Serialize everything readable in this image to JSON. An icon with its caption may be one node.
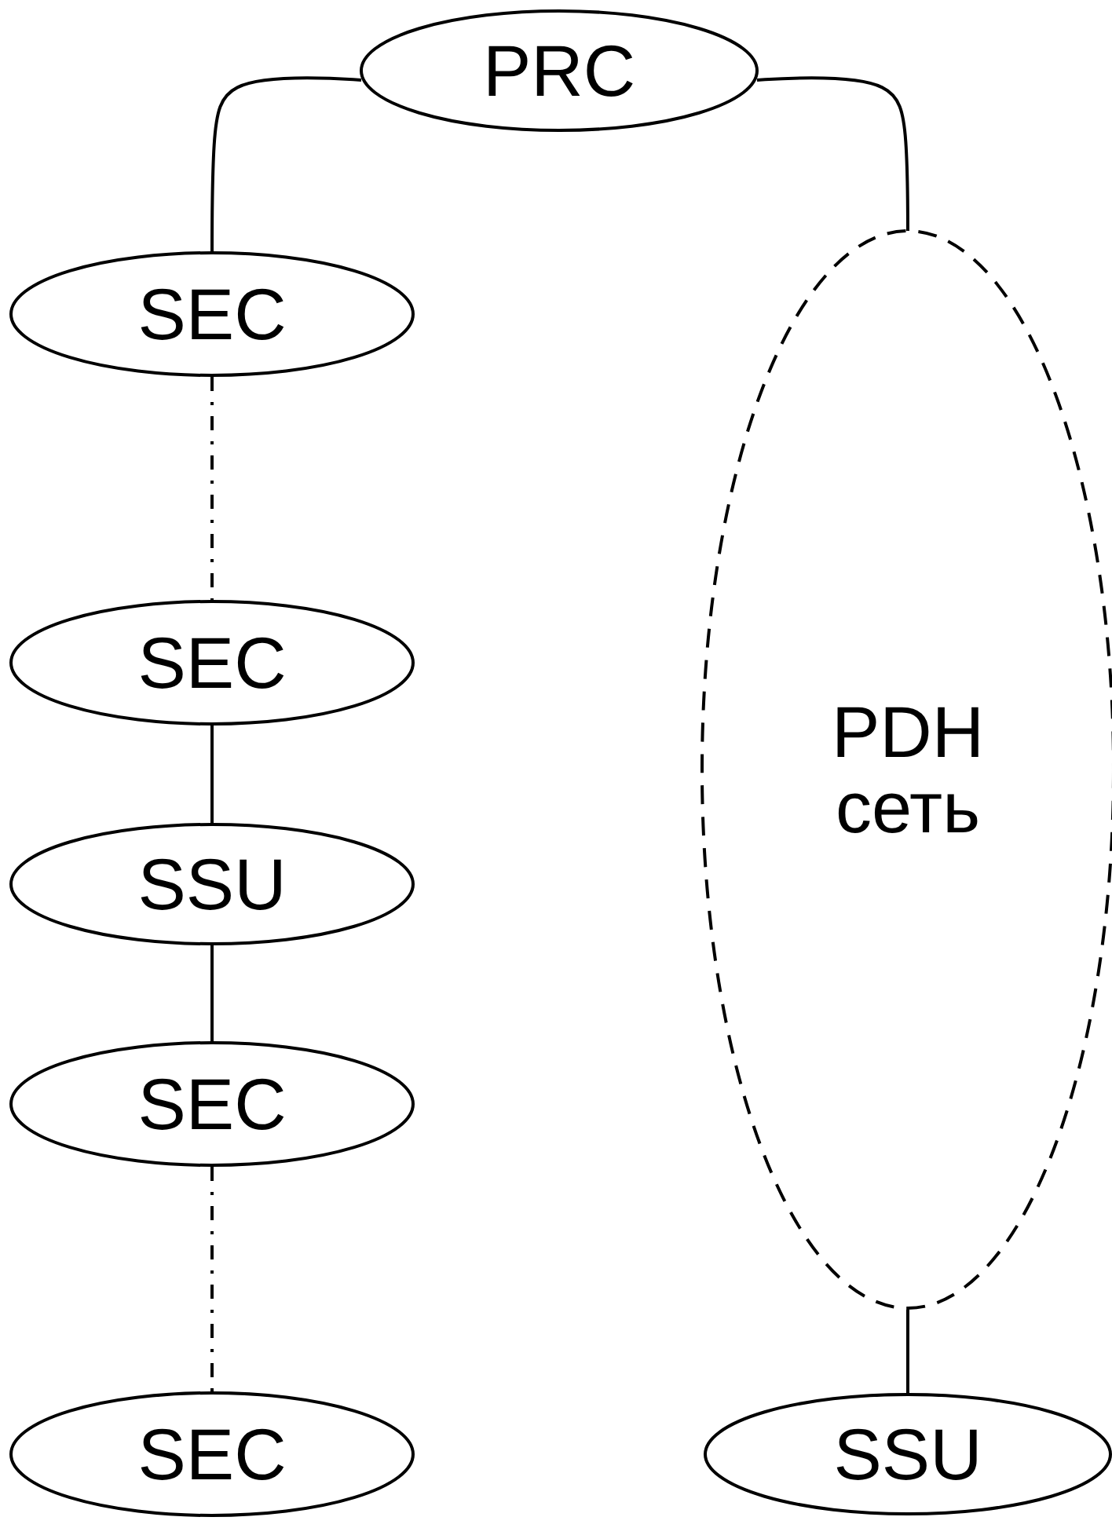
{
  "diagram": {
    "nodes": [
      {
        "text": [
          "PRC"
        ]
      },
      {
        "text": [
          "SEC"
        ]
      },
      {
        "text": [
          "SEC"
        ]
      },
      {
        "text": [
          "SSU"
        ]
      },
      {
        "text": [
          "SEC"
        ]
      },
      {
        "text": [
          "SEC"
        ]
      },
      {
        "text": [
          "PDH сеть"
        ]
      },
      {
        "text": [
          "SSU"
        ]
      }
    ],
    "edges": [
      {
        "from": 0,
        "to": 1,
        "arrow": "none"
      },
      {
        "from": 0,
        "to": 6,
        "arrow": "none"
      },
      {
        "from": 1,
        "to": 2,
        "arrow": "none",
        "style": "dashed"
      },
      {
        "from": 2,
        "to": 3,
        "arrow": "none"
      },
      {
        "from": 3,
        "to": 4,
        "arrow": "none"
      },
      {
        "from": 4,
        "to": 5,
        "arrow": "none",
        "style": "dashed"
      },
      {
        "from": 6,
        "to": 7,
        "arrow": "none"
      }
    ]
  }
}
